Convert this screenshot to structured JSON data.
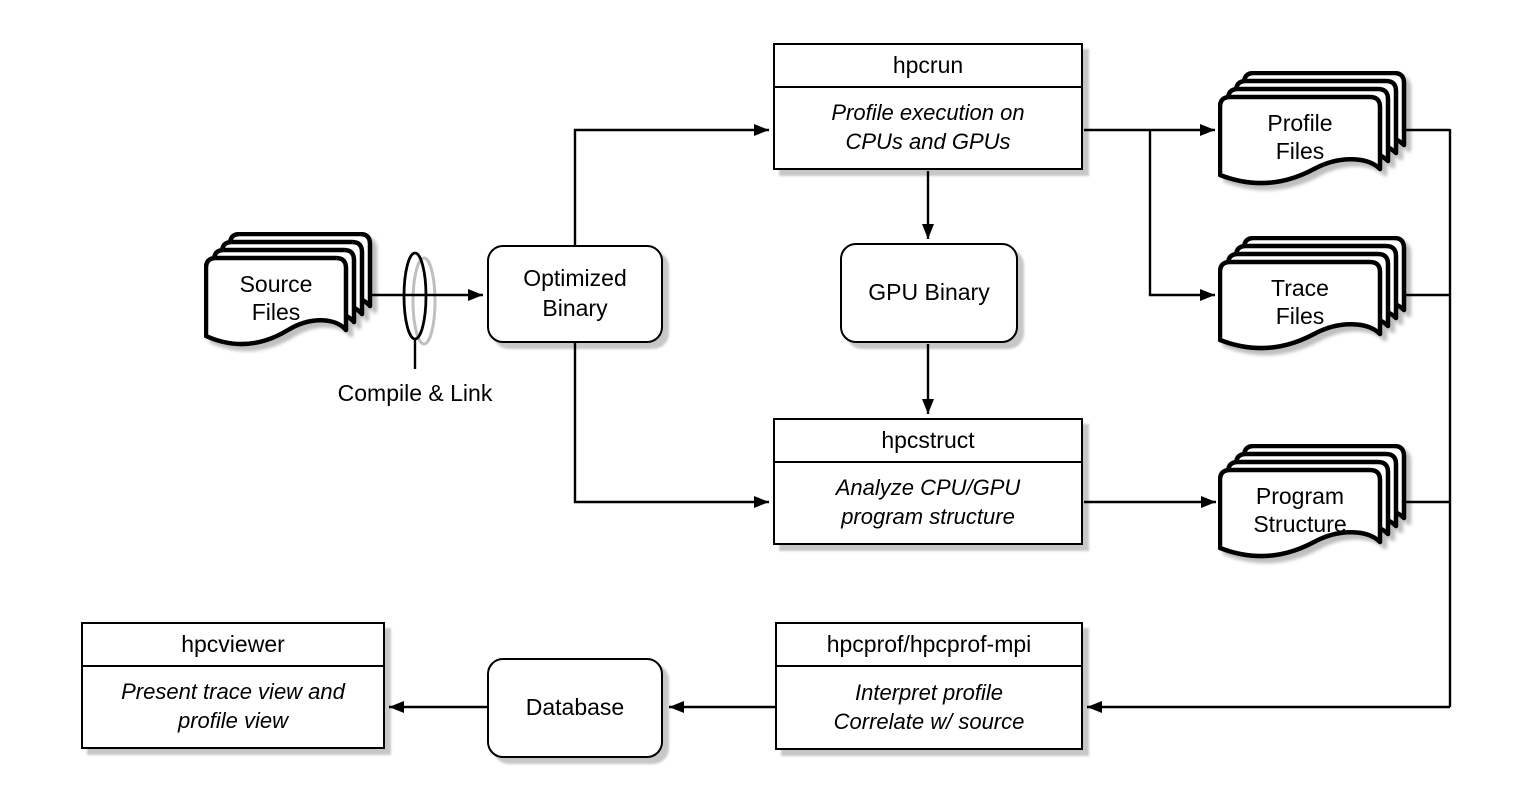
{
  "diagram_title": "HPCToolkit workflow diagram",
  "colors": {
    "stroke": "#000000",
    "node_fill": "#ffffff",
    "shadow": "#bdbdbd"
  },
  "nodes": {
    "source_files": {
      "label_line1": "Source",
      "label_line2": "Files"
    },
    "compile_link": {
      "label": "Compile & Link"
    },
    "optimized_binary": {
      "label_line1": "Optimized",
      "label_line2": "Binary"
    },
    "hpcrun": {
      "title": "hpcrun",
      "desc_line1": "Profile execution on",
      "desc_line2": "CPUs and GPUs"
    },
    "gpu_binary": {
      "label": "GPU Binary"
    },
    "hpcstruct": {
      "title": "hpcstruct",
      "desc_line1": "Analyze CPU/GPU",
      "desc_line2": "program structure"
    },
    "profile_files": {
      "label_line1": "Profile",
      "label_line2": "Files"
    },
    "trace_files": {
      "label_line1": "Trace",
      "label_line2": "Files"
    },
    "program_structure": {
      "label_line1": "Program",
      "label_line2": "Structure"
    },
    "hpcprof": {
      "title": "hpcprof/hpcprof-mpi",
      "desc_line1": "Interpret profile",
      "desc_line2": "Correlate w/ source"
    },
    "database": {
      "label": "Database"
    },
    "hpcviewer": {
      "title": "hpcviewer",
      "desc_line1": "Present trace view and",
      "desc_line2": "profile view"
    }
  }
}
